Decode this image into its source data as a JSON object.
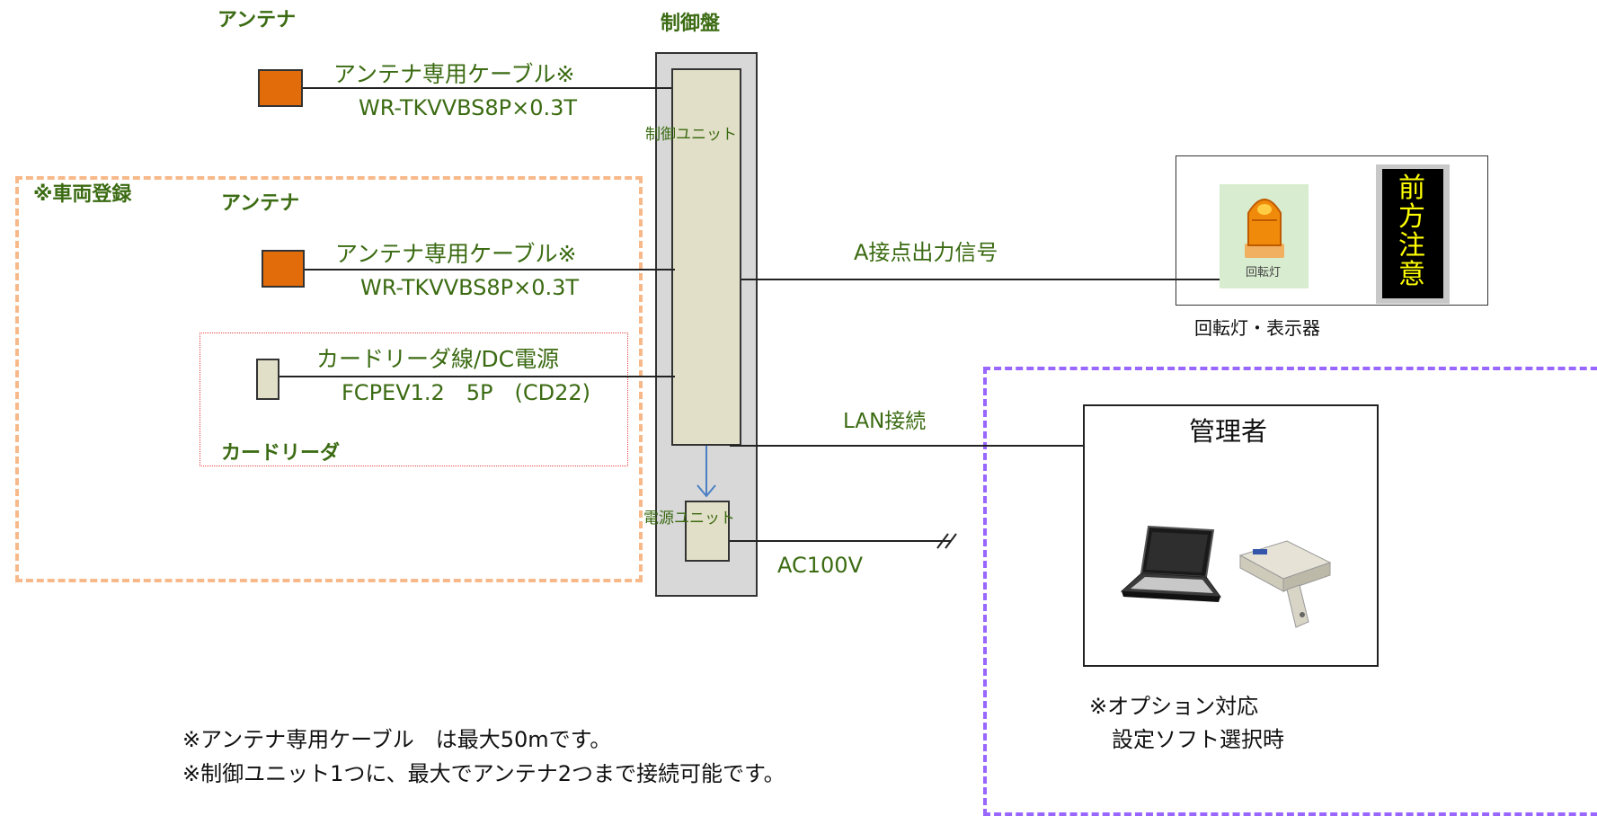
{
  "control_panel": {
    "title": "制御盤",
    "control_unit_label": "制御ユニット",
    "power_unit_label": "電源ユニット"
  },
  "antenna_top": {
    "label": "アンテナ",
    "cable_label": "アンテナ専用ケーブル※",
    "cable_spec": "WR-TKVVBS8P×0.3T"
  },
  "vehicle_registration": {
    "label": "※車両登録",
    "antenna_label": "アンテナ",
    "cable_label": "アンテナ専用ケーブル※",
    "cable_spec": "WR-TKVVBS8P×0.3T",
    "card_reader_cable_label": "カードリーダ線/DC電源",
    "card_reader_cable_spec": "FCPEV1.2　5P　(CD22)",
    "card_reader_label": "カードリーダ"
  },
  "output": {
    "signal_label": "A接点出力信号",
    "device_label": "回転灯・表示器",
    "lamp_caption": "回転灯",
    "display_chars": [
      "前",
      "方",
      "注",
      "意"
    ]
  },
  "lan": {
    "label": "LAN接続"
  },
  "power": {
    "label": "AC100V"
  },
  "admin": {
    "title": "管理者"
  },
  "option": {
    "line1": "※オプション対応",
    "line2": "設定ソフト選択時"
  },
  "notes": [
    "※アンテナ専用ケーブル　は最大50mです。",
    "※制御ユニット1つに、最大でアンテナ2つまで接続可能です。"
  ],
  "colors": {
    "label_green": "#3b6b12",
    "antenna_orange": "#e36c0a",
    "vehicle_dash": "#f8b98a",
    "option_dash": "#9966ff",
    "card_reader_dotted": "#e64545",
    "unit_fill": "#e2dfc8",
    "panel_fill": "#d8d8d8",
    "arrow_blue": "#4a7fc4",
    "display_yellow": "#ffff00"
  }
}
